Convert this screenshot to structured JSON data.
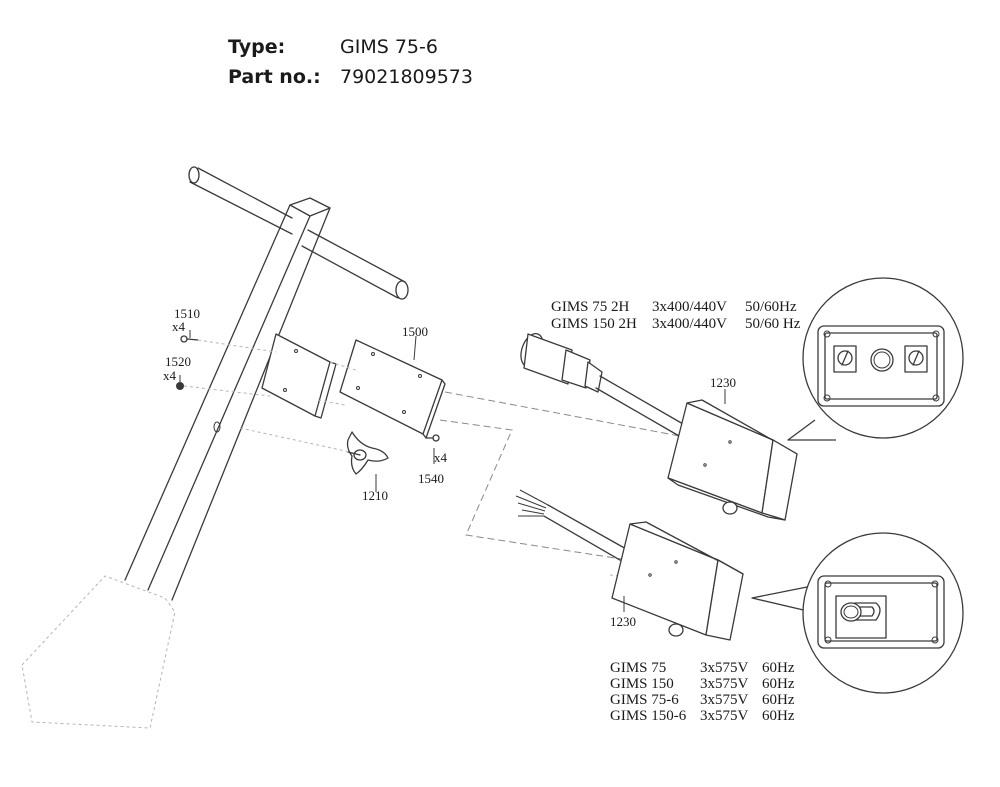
{
  "header": {
    "type_label": "Type:",
    "type_value": "GIMS 75-6",
    "part_label": "Part no.:",
    "part_value": "79021809573"
  },
  "callouts": {
    "p1510": "1510",
    "p1510_qty": "x4",
    "p1520": "1520",
    "p1520_qty": "x4",
    "p1500": "1500",
    "p1540": "1540",
    "p1540_qty": "x4",
    "p1210": "1210",
    "p1230_top": "1230",
    "p1230_bottom": "1230"
  },
  "specs_upper": [
    {
      "model": "GIMS 75 2H",
      "voltage": "3x400/440V",
      "freq": "50/60Hz"
    },
    {
      "model": "GIMS 150 2H",
      "voltage": "3x400/440V",
      "freq": "50/60 Hz"
    }
  ],
  "specs_lower": [
    {
      "model": "GIMS 75",
      "voltage": "3x575V",
      "freq": "60Hz"
    },
    {
      "model": "GIMS 150",
      "voltage": "3x575V",
      "freq": "60Hz"
    },
    {
      "model": "GIMS 75-6",
      "voltage": "3x575V",
      "freq": "60Hz"
    },
    {
      "model": "GIMS 150-6",
      "voltage": "3x575V",
      "freq": "60Hz"
    }
  ]
}
